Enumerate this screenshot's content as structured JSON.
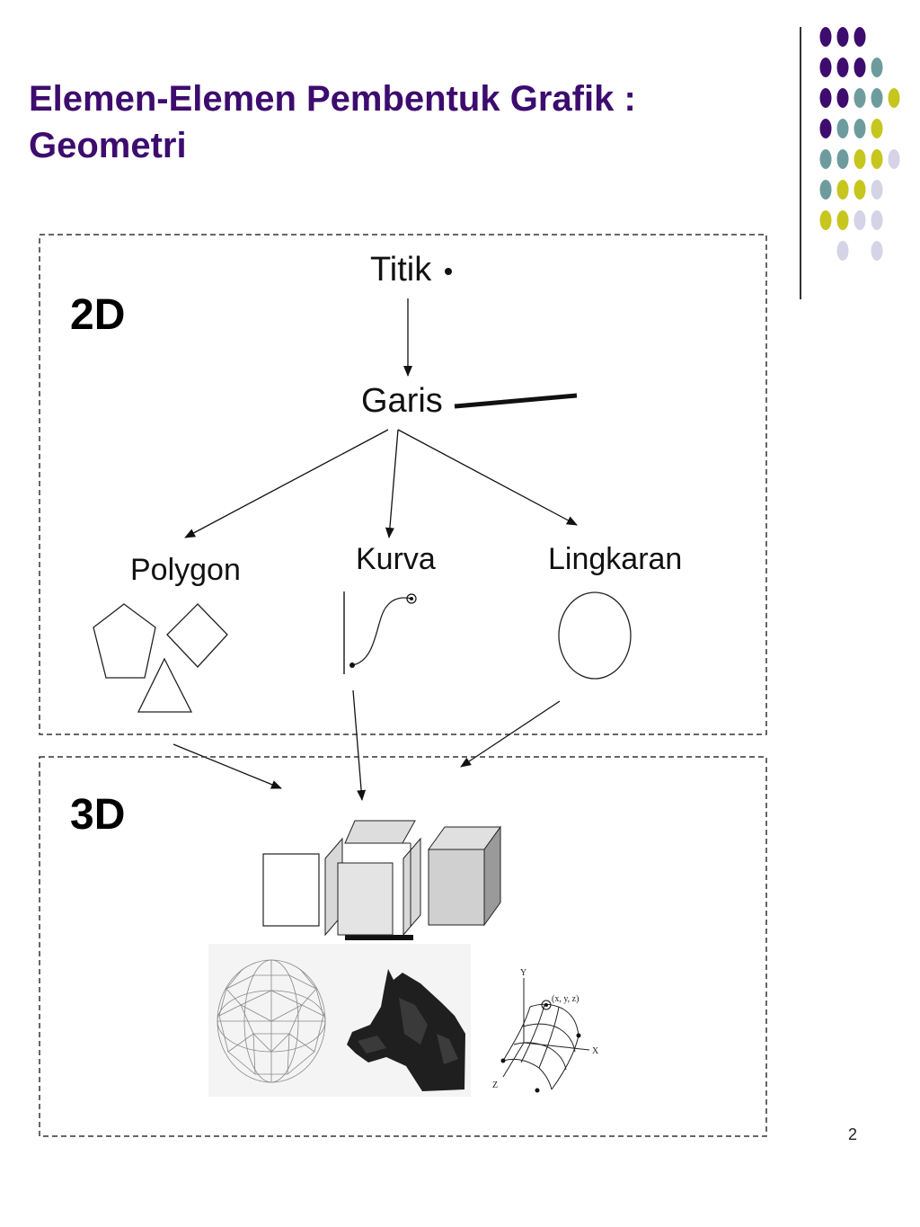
{
  "slide": {
    "title": "Elemen-Elemen Pembentuk Grafik : Geometri",
    "page_number": "2"
  },
  "decor": {
    "dot_colors": {
      "purple": "#3d0c6e",
      "teal": "#6e9c9e",
      "lime": "#c6c61f",
      "lavender": "#d4d4e6"
    }
  },
  "diagram": {
    "panel_2d": {
      "label": "2D",
      "titik": "Titik",
      "garis": "Garis",
      "polygon": "Polygon",
      "kurva": "Kurva",
      "lingkaran": "Lingkaran"
    },
    "panel_3d": {
      "label": "3D",
      "axis_x": "X",
      "axis_y": "Y",
      "axis_z": "Z",
      "point_label": "(x, y, z)"
    }
  }
}
